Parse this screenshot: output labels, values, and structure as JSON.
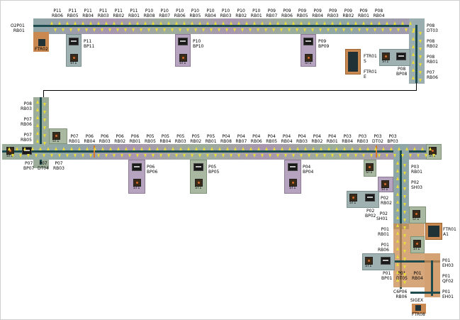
{
  "top_row_labels": [
    [
      "P11",
      "RB06"
    ],
    [
      "P11",
      "RB05"
    ],
    [
      "P11",
      "RB04"
    ],
    [
      "P11",
      "RB03"
    ],
    [
      "P11",
      "RB02"
    ],
    [
      "P11",
      "RB01"
    ],
    [
      "P10",
      "RB08"
    ],
    [
      "P10",
      "RB07"
    ],
    [
      "P10",
      "RB06"
    ],
    [
      "P10",
      "RB05"
    ],
    [
      "P10",
      "RB04"
    ],
    [
      "P10",
      "RB03"
    ],
    [
      "P10",
      "RB02"
    ],
    [
      "P10",
      "RB01"
    ],
    [
      "P09",
      "RB07"
    ],
    [
      "P09",
      "RB06"
    ],
    [
      "P09",
      "RB05"
    ],
    [
      "P09",
      "RB04"
    ],
    [
      "P09",
      "RB03"
    ],
    [
      "P09",
      "RB02"
    ],
    [
      "P09",
      "RB01"
    ],
    [
      "P08",
      "RB04"
    ]
  ],
  "mid_row_labels": [
    [
      "P07",
      "RB01"
    ],
    [
      "P06",
      "RB04"
    ],
    [
      "P06",
      "RB03"
    ],
    [
      "P06",
      "RB02"
    ],
    [
      "P06",
      "RB01"
    ],
    [
      "P05",
      "RB05"
    ],
    [
      "P05",
      "RB04"
    ],
    [
      "P05",
      "RB03"
    ],
    [
      "P05",
      "RB02"
    ],
    [
      "P05",
      "RB01"
    ],
    [
      "P04",
      "RB08"
    ],
    [
      "P04",
      "RB07"
    ],
    [
      "P04",
      "RB06"
    ],
    [
      "P04",
      "RB05"
    ],
    [
      "P04",
      "RB04"
    ],
    [
      "P04",
      "RB03"
    ],
    [
      "P04",
      "RB02"
    ],
    [
      "P04",
      "RB01"
    ],
    [
      "P03",
      "RB04"
    ],
    [
      "P03",
      "RB03"
    ],
    [
      "P03",
      "DT02"
    ],
    [
      "P03",
      "BP03"
    ]
  ],
  "labels": {
    "o2p01": [
      "O2P01",
      "RB01"
    ],
    "ftr02": "FTR02",
    "p11bp": [
      "P11",
      "BP11"
    ],
    "p10bp": [
      "P10",
      "BP10"
    ],
    "p09bp": [
      "P09",
      "BP09"
    ],
    "p08dt": [
      "P08",
      "DT03"
    ],
    "p08rb02": [
      "P08",
      "RB02"
    ],
    "p08rb01": [
      "P08",
      "RB01"
    ],
    "p07rb06": [
      "P07",
      "RB06"
    ],
    "ftr01s": [
      "FTR01",
      "S"
    ],
    "ftr01e": [
      "FTR01",
      "E"
    ],
    "p08bp": [
      "P08",
      "BP08"
    ],
    "p08rb03": [
      "P08",
      "RB03"
    ],
    "p07rb06b": [
      "P07",
      "RB06"
    ],
    "p07rb05": [
      "P07",
      "RB05"
    ],
    "p07": "P07",
    "p07bp": [
      "P07",
      "BP07"
    ],
    "p07dt": [
      "P07",
      "DT04"
    ],
    "p07rb03": [
      "P07",
      "RB03"
    ],
    "p06bp": [
      "P06",
      "BP06"
    ],
    "p05bp": [
      "P05",
      "BP05"
    ],
    "p04bp": [
      "P04",
      "BP04"
    ],
    "p03rb01": [
      "P03",
      "RB01"
    ],
    "p02sh03": [
      "P02",
      "SH03"
    ],
    "p02rb02": [
      "P02",
      "RB02"
    ],
    "p02bp": [
      "P02",
      "BP02"
    ],
    "p02sh01": [
      "P02",
      "SH01"
    ],
    "p01rb01": [
      "P01",
      "RB01"
    ],
    "p01rb06": [
      "P01",
      "RB06"
    ],
    "ftr01a1": [
      "FTR01",
      "A1"
    ],
    "p01eh03": [
      "P01",
      "EH03"
    ],
    "p01qf02": [
      "P01",
      "QF02"
    ],
    "p01bp": [
      "P01",
      "BP01"
    ],
    "p01dt": [
      "P01",
      "DT05"
    ],
    "p01rb04": [
      "P01",
      "RB04"
    ],
    "p01eh01": [
      "P01",
      "EH01"
    ],
    "c6p06": [
      "C6P06",
      "RB06"
    ],
    "sigex": "SIGEX",
    "ftr08": "FTR08",
    "st": "ST1",
    "st3": "ST3",
    "st2": "ST2"
  },
  "colors": {
    "rail": "#1d4b4f",
    "band_green": "#9cae9a",
    "band_purple": "#a896b0",
    "band_teal": "#8fa6a6",
    "orange": "#d67a2a",
    "arrow": "#e8dc3a"
  }
}
